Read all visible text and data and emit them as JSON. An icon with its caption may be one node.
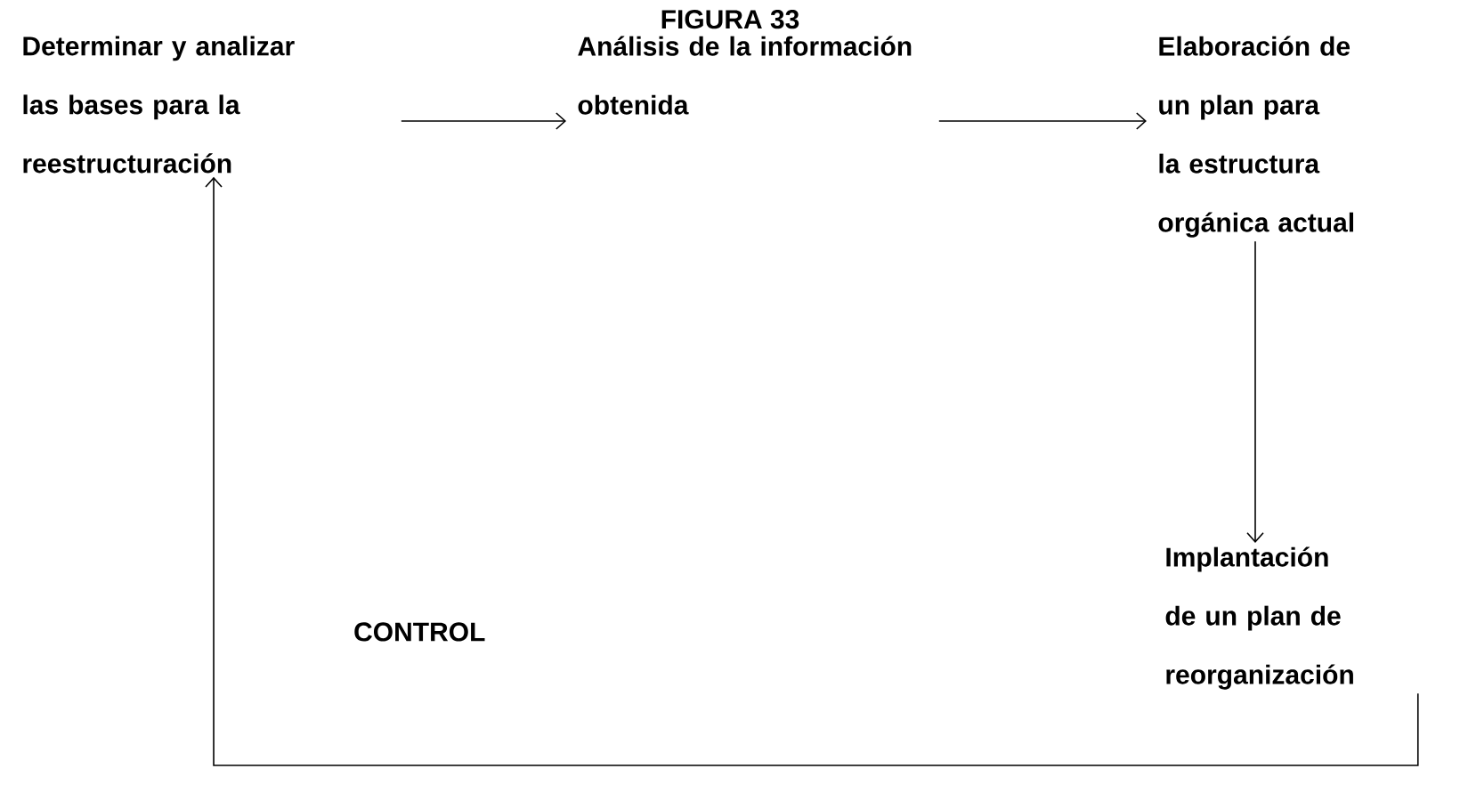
{
  "diagram": {
    "title": "FIGURA 33",
    "nodes": [
      {
        "text": [
          "Determinar y analizar las bases para la reestructuración"
        ]
      },
      {
        "text": [
          "Análisis de la información obtenida"
        ]
      },
      {
        "text": [
          "Elaboración de un plan para la estructura orgánica actual"
        ]
      },
      {
        "text": [
          "Implantación de un plan de reorganización"
        ]
      }
    ],
    "edges": [
      {
        "from": 0,
        "to": 1,
        "arrow": "to"
      },
      {
        "from": 1,
        "to": 2,
        "arrow": "to"
      },
      {
        "from": 2,
        "to": 3,
        "arrow": "to"
      },
      {
        "from": 3,
        "to": 0,
        "arrow": "to"
      }
    ],
    "labels": [
      "CONTROL"
    ]
  }
}
